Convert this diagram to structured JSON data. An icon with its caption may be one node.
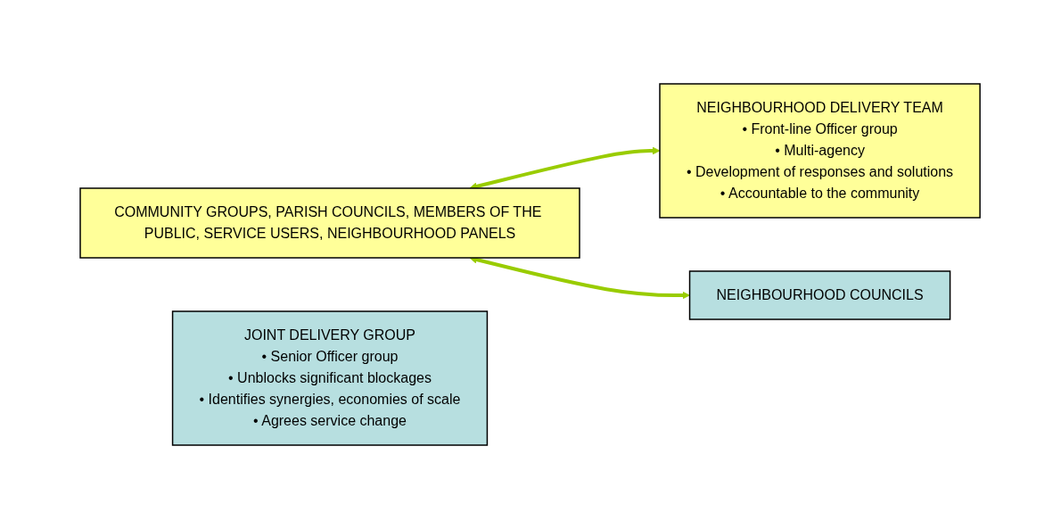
{
  "diagram": {
    "nodes": [
      {
        "text": [
          "COMMUNITY GROUPS, PARISH COUNCILS, MEMBERS OF THE PUBLIC, SERVICE USERS, NEIGHBOURHOOD PANELS"
        ]
      },
      {
        "text": [
          "NEIGHBOURHOOD DELIVERY TEAM",
          "• Front-line Officer group",
          "• Multi-agency",
          "• Development of responses and solutions",
          "• Accountable to the community"
        ]
      },
      {
        "text": [
          "JOINT DELIVERY GROUP",
          "• Senior Officer group",
          "• Unblocks significant blockages",
          "• Identifies synergies, economies of scale",
          "• Agrees service change"
        ]
      },
      {
        "text": [
          "NEIGHBOURHOOD COUNCILS"
        ]
      }
    ],
    "edges": [
      {
        "from": 0,
        "to": 1,
        "arrow": "both",
        "color": "#99cc00"
      },
      {
        "from": 0,
        "to": 3,
        "arrow": "both",
        "color": "#99cc00"
      }
    ]
  }
}
